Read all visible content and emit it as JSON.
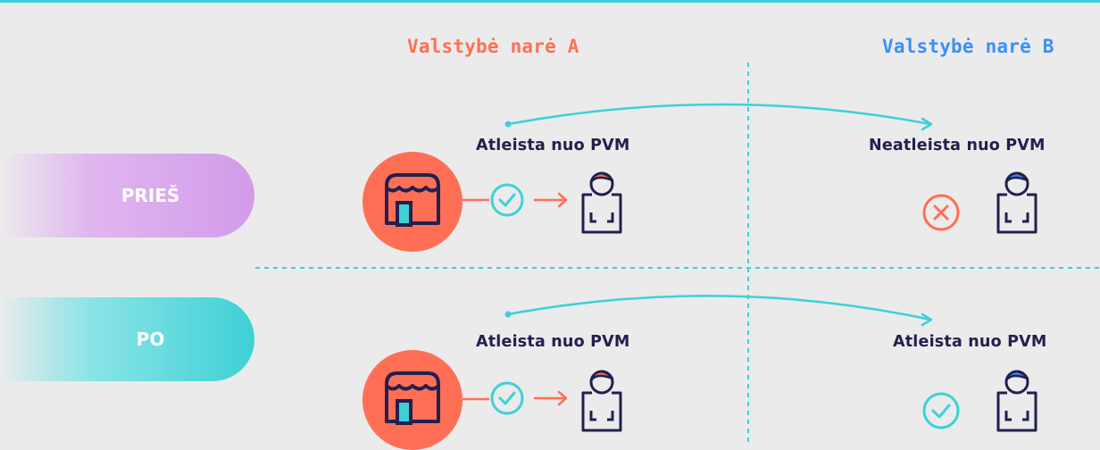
{
  "columns": {
    "member_state_a": "Valstybė narė A",
    "member_state_b": "Valstybė narė B"
  },
  "rows": {
    "before": {
      "label": "PRIEŠ",
      "state_a_status": "Atleista nuo PVM",
      "state_b_status": "Neatleista nuo PVM",
      "state_b_icon": "cross-circle-icon"
    },
    "after": {
      "label": "PO",
      "state_a_status": "Atleista nuo PVM",
      "state_b_status": "Atleista nuo PVM",
      "state_b_icon": "check-circle-icon"
    }
  },
  "colors": {
    "accent_orange": "#ff6f56",
    "accent_blue": "#3b8ff6",
    "accent_teal": "#3dd1d6",
    "accent_purple": "#d39be9",
    "text_dark": "#22204f",
    "background": "#ebebeb"
  }
}
